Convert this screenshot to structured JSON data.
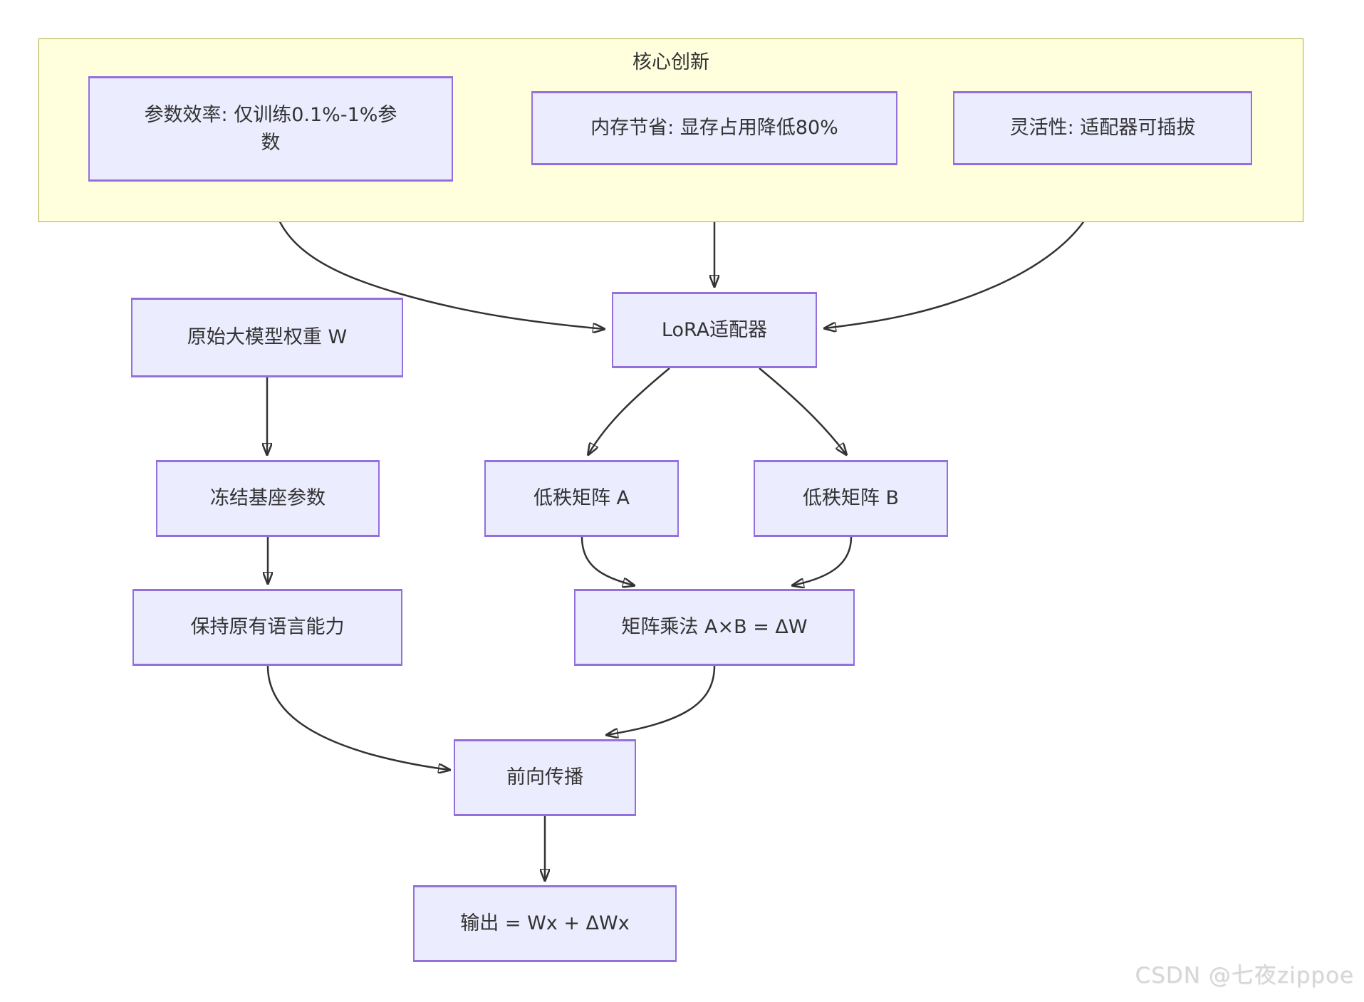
{
  "diagram": {
    "cluster": {
      "title": "核心创新"
    },
    "nodes": {
      "param_efficiency": "参数效率: 仅训练0.1%-1%参数",
      "memory_saving": "内存节省: 显存占用降低80%",
      "flexibility": "灵活性: 适配器可插拔",
      "lora_adapter": "LoRA适配器",
      "original_weights": "原始大模型权重 W",
      "freeze_params": "冻结基座参数",
      "low_rank_a": "低秩矩阵 A",
      "low_rank_b": "低秩矩阵 B",
      "keep_ability": "保持原有语言能力",
      "matrix_multiply": "矩阵乘法 A×B = ΔW",
      "forward_pass": "前向传播",
      "output": "输出 = Wx + ΔWx"
    },
    "colors": {
      "node_fill": "#ECECFF",
      "node_border": "#9370DB",
      "cluster_fill": "#FFFFDE",
      "cluster_border": "#AAAA33",
      "edge": "#333333",
      "text": "#333333",
      "watermark": "#D6D6D6"
    }
  },
  "watermark": "CSDN @七夜zippoe"
}
